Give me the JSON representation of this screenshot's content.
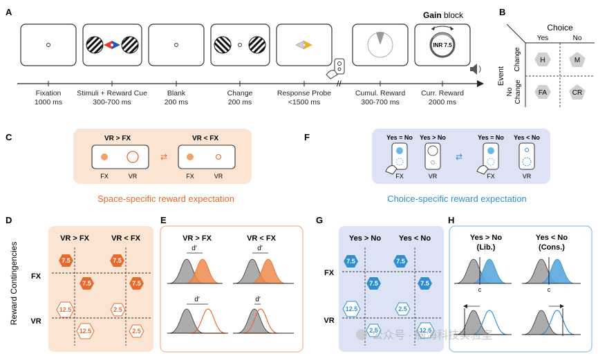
{
  "panels": {
    "A": "A",
    "B": "B",
    "C": "C",
    "D": "D",
    "E": "E",
    "F": "F",
    "G": "G",
    "H": "H"
  },
  "colors": {
    "orange": "#e8692a",
    "orange_light": "#fbe5d2",
    "blue": "#2e8fd0",
    "blue_light": "#dde3f4",
    "grey": "#9e9e9e",
    "grey_dark": "#555555"
  },
  "panel_a": {
    "gain_word": "Gain",
    "block_word": " block",
    "inr_label": "INR 7.5",
    "timeline_break": "//",
    "steps": [
      {
        "name": "Fixation",
        "dur": "1000 ms"
      },
      {
        "name": "Stimuli + Reward Cue",
        "dur": "300-700 ms"
      },
      {
        "name": "Blank",
        "dur": "200 ms"
      },
      {
        "name": "Change",
        "dur": "200 ms"
      },
      {
        "name": "Response Probe",
        "dur": "<1500 ms"
      },
      {
        "name": "Cumul. Reward",
        "dur": "300-700 ms"
      },
      {
        "name": "Curr. Reward",
        "dur": "2000 ms"
      }
    ]
  },
  "panel_b": {
    "choice": "Choice",
    "yes": "Yes",
    "no": "No",
    "event": "Event",
    "change": "Change",
    "no_change_1": "No",
    "no_change_2": "Change",
    "cells": [
      "H",
      "M",
      "FA",
      "CR"
    ]
  },
  "panel_c": {
    "left_title": "VR > FX",
    "right_title": "VR < FX",
    "fx": "FX",
    "vr": "VR",
    "caption": "Space-specific reward expectation"
  },
  "panel_f": {
    "titles": [
      "Yes = No",
      "Yes > No",
      "Yes = No",
      "Yes < No"
    ],
    "fx": "FX",
    "vr": "VR",
    "caption": "Choice-specific reward expectation"
  },
  "panel_d": {
    "side_label": "Reward Contingencies",
    "col1": "VR > FX",
    "col2": "VR < FX",
    "row_fx": "FX",
    "row_vr": "VR",
    "v75": "7.5",
    "v125": "12.5",
    "v25": "2.5"
  },
  "panel_e": {
    "col1": "VR > FX",
    "col2": "VR < FX",
    "dprime": "d′"
  },
  "panel_g": {
    "col1": "Yes > No",
    "col2": "Yes < No",
    "row_fx": "FX",
    "row_vr": "VR",
    "v75": "7.5",
    "v125": "12.5",
    "v25": "2.5"
  },
  "panel_h": {
    "col1a": "Yes > No",
    "col1b": "(Lib.)",
    "col2a": "Yes < No",
    "col2b": "(Cons.)",
    "c": "c"
  },
  "watermark": "公众号 · 脑海科技实验室"
}
